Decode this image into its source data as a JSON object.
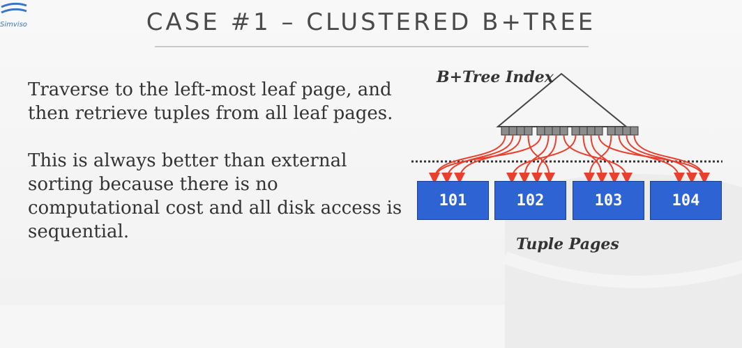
{
  "slide": {
    "title": "CASE #1 – CLUSTERED B+TREE",
    "logo_text": "Simviso"
  },
  "bullets": [
    "Traverse to the left-most leaf page, and then retrieve tuples from all leaf pages.",
    "This is always better than external sorting because there is no computational cost and all disk access is sequential."
  ],
  "diagram": {
    "index_label": "B+Tree Index",
    "tuple_label": "Tuple Pages",
    "pages": [
      "101",
      "102",
      "103",
      "104"
    ],
    "colors": {
      "page_fill": "#2d63d2",
      "arrow": "#e8402e",
      "leaf_fill": "#8c8c8c"
    }
  }
}
